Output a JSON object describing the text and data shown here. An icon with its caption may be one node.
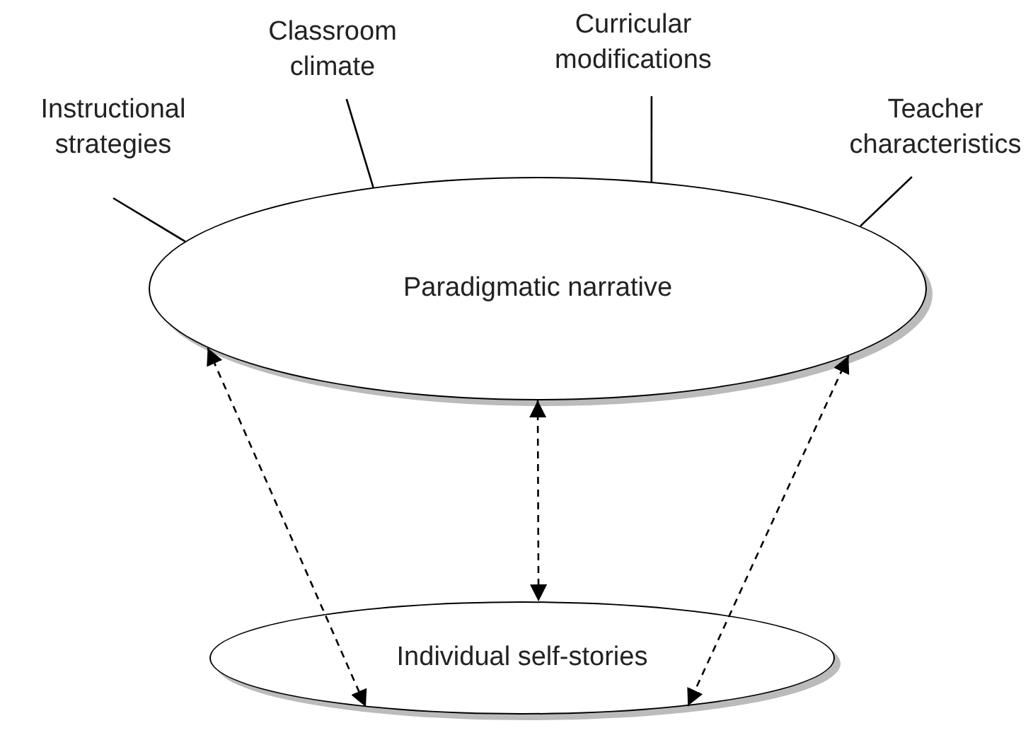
{
  "diagram": {
    "nodes": [
      {
        "text": [
          "Instructional strategies"
        ]
      },
      {
        "text": [
          "Classroom climate"
        ]
      },
      {
        "text": [
          "Curricular modifications"
        ]
      },
      {
        "text": [
          "Teacher characteristics"
        ]
      },
      {
        "text": [
          "Paradigmatic narrative"
        ]
      },
      {
        "text": [
          "Individual self-stories"
        ]
      }
    ],
    "edges": [
      {
        "from": 0,
        "to": 4,
        "arrow": "none"
      },
      {
        "from": 1,
        "to": 4,
        "arrow": "none"
      },
      {
        "from": 2,
        "to": 4,
        "arrow": "none"
      },
      {
        "from": 3,
        "to": 4,
        "arrow": "none"
      },
      {
        "from": 4,
        "to": 5,
        "arrow": "both",
        "style": "dashed"
      },
      {
        "from": 4,
        "to": 5,
        "arrow": "both",
        "style": "dashed"
      },
      {
        "from": 4,
        "to": 5,
        "arrow": "both",
        "style": "dashed"
      }
    ]
  }
}
